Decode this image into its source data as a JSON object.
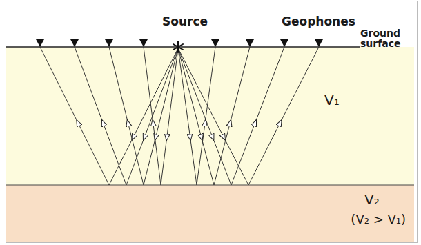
{
  "diagram": {
    "nodes": [
      {
        "text": [
          "V₁"
        ]
      },
      {
        "text": [
          "V₂",
          "(V₂ > V₁)"
        ]
      }
    ],
    "labels": [
      "Source",
      "Geophones",
      "Ground surface"
    ]
  }
}
